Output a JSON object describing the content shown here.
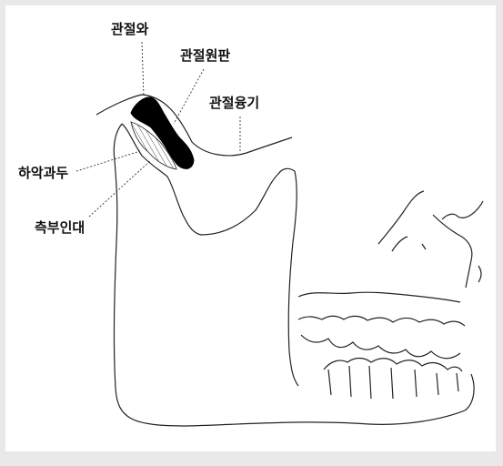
{
  "labels": {
    "fossa": "관절와",
    "disc": "관절원판",
    "eminence": "관절융기",
    "condyle": "하악과두",
    "ligament": "측부인대"
  }
}
